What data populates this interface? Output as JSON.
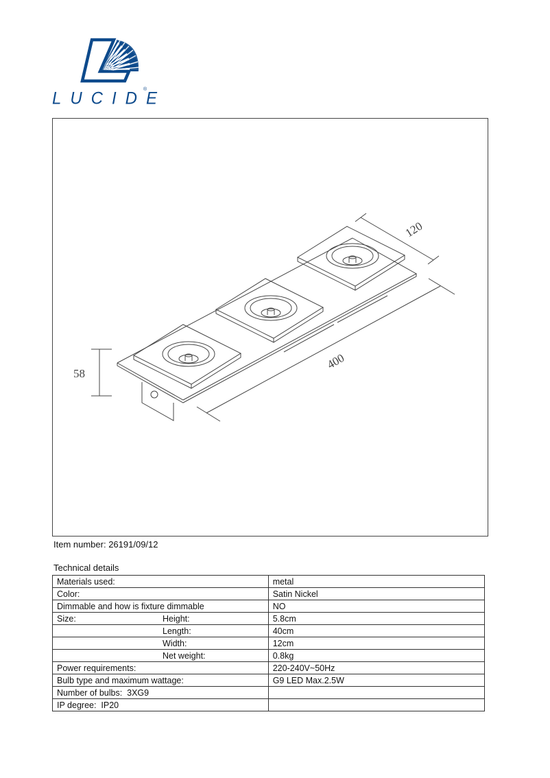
{
  "brand": {
    "name": "LUCIDE",
    "registered_mark": "®",
    "color": "#0d4a8c"
  },
  "drawing": {
    "dimensions": {
      "width": "120",
      "length": "400",
      "height": "58"
    },
    "line_color": "#444444"
  },
  "item": {
    "label": "Item number:",
    "value": "26191/09/12",
    "text": "Item number: 26191/09/12"
  },
  "technical_details": {
    "title": "Technical details",
    "rows": [
      {
        "label": "Materials used:",
        "sub": "",
        "value": "metal"
      },
      {
        "label": "Color:",
        "sub": "",
        "value": "Satin Nickel"
      },
      {
        "label": "Dimmable and how is fixture dimmable",
        "sub": "",
        "value": "NO"
      },
      {
        "label": "Size:",
        "sub": "Height:",
        "value": "5.8cm"
      },
      {
        "label": "",
        "sub": "Length:",
        "value": "40cm"
      },
      {
        "label": "",
        "sub": "Width:",
        "value": "12cm"
      },
      {
        "label": "",
        "sub": "Net weight:",
        "value": "0.8kg"
      },
      {
        "label": "Power requirements:",
        "sub": "",
        "value": "220-240V~50Hz"
      },
      {
        "label": "Bulb type and maximum wattage:",
        "sub": "",
        "value": "G9 LED Max.2.5W"
      },
      {
        "label": "Number of bulbs:  3XG9",
        "sub": "",
        "value": ""
      },
      {
        "label": "IP degree:  IP20",
        "sub": "",
        "value": ""
      }
    ]
  }
}
